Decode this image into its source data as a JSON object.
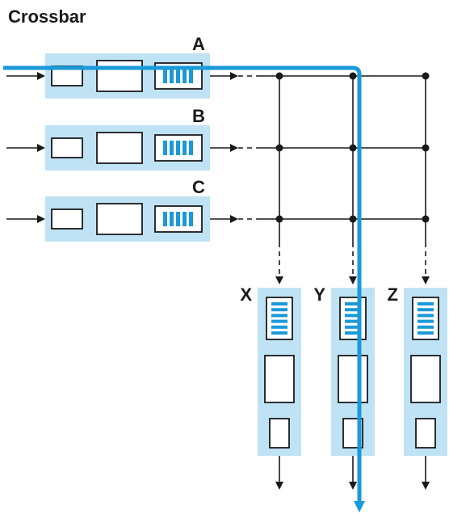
{
  "title": "Crossbar",
  "inputs": [
    {
      "label": "A"
    },
    {
      "label": "B"
    },
    {
      "label": "C"
    }
  ],
  "outputs": [
    {
      "label": "X"
    },
    {
      "label": "Y"
    },
    {
      "label": "Z"
    }
  ],
  "colors": {
    "panel": "#bfe3f5",
    "accent": "#1a9ad8",
    "line": "#1a1a1a"
  },
  "highlighted_path": {
    "from": "A",
    "to": "Y"
  }
}
